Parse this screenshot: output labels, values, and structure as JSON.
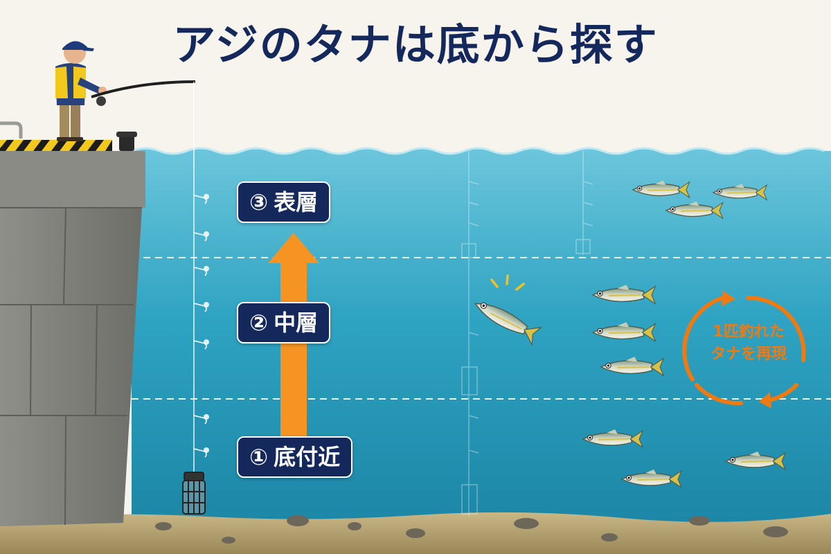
{
  "title": "アジのタナは底から探す",
  "layers": [
    {
      "num": "③",
      "name": "表層"
    },
    {
      "num": "②",
      "name": "中層"
    },
    {
      "num": "①",
      "name": "底付近"
    }
  ],
  "cycle": {
    "line1": "1匹釣れた",
    "line2": "タナを再現"
  },
  "colors": {
    "title": "#14285c",
    "label_bg": "#14285c",
    "arrow": "#f59323",
    "cycle": "#f07a12",
    "water": "#2fa3c2"
  }
}
